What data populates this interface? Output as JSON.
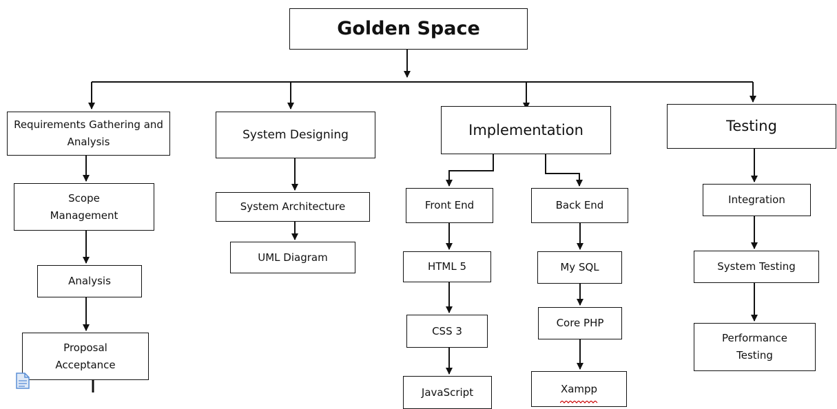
{
  "title": "Golden Space",
  "phases": {
    "requirements": {
      "label": "Requirements Gathering and Analysis",
      "children": [
        "Scope Management",
        "Analysis",
        "Proposal Acceptance"
      ]
    },
    "design": {
      "label": "System Designing",
      "children": [
        "System Architecture",
        "UML Diagram"
      ]
    },
    "implementation": {
      "label": "Implementation",
      "front_end": {
        "label": "Front End",
        "children": [
          "HTML 5",
          "CSS 3",
          "JavaScript"
        ]
      },
      "back_end": {
        "label": "Back End",
        "children": [
          "My SQL",
          "Core PHP",
          "Xampp"
        ]
      }
    },
    "testing": {
      "label": "Testing",
      "children": [
        "Integration",
        "System Testing",
        "Performance Testing"
      ]
    }
  },
  "colors": {
    "line": "#111111",
    "box_border": "#111111",
    "spellcheck": "#cc0000",
    "doc_icon": "#5b8fd6"
  },
  "icons": {
    "corner": "document-icon"
  }
}
